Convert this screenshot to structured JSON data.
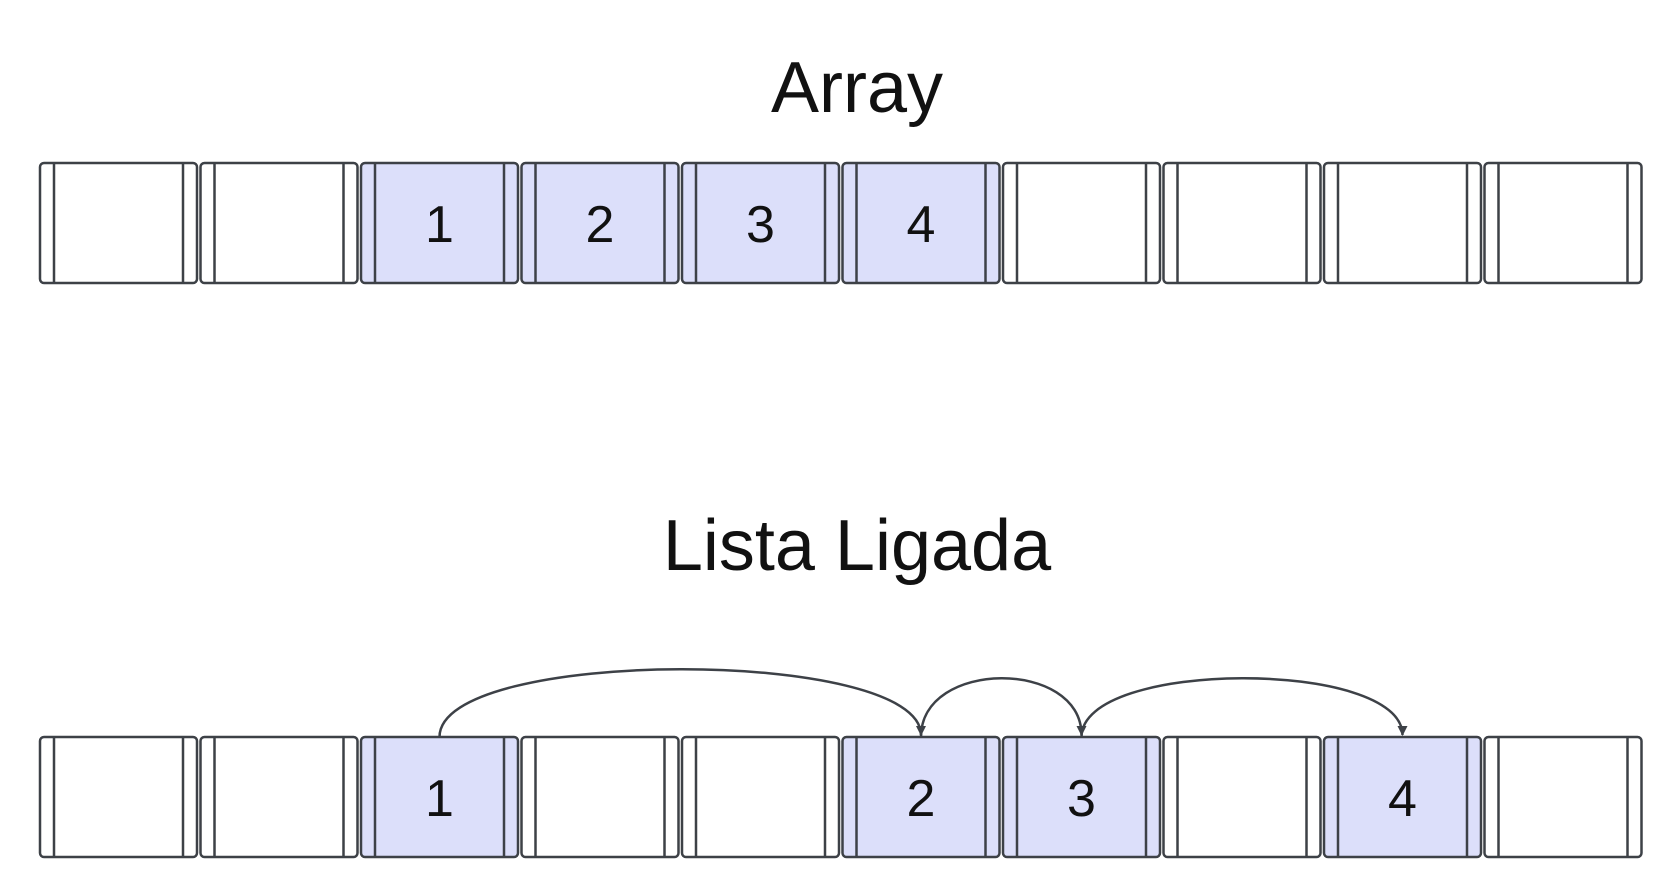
{
  "array": {
    "title": "Array",
    "cells": [
      "",
      "",
      "1",
      "2",
      "3",
      "4",
      "",
      "",
      "",
      ""
    ]
  },
  "linked_list": {
    "title": "Lista Ligada",
    "cells": [
      "",
      "",
      "1",
      "",
      "",
      "2",
      "3",
      "",
      "4",
      ""
    ],
    "links": [
      [
        2,
        5
      ],
      [
        5,
        6
      ],
      [
        6,
        8
      ]
    ]
  },
  "colors": {
    "filled": "#dcdffa",
    "empty": "#ffffff",
    "stroke": "#3d4147",
    "text": "#111111"
  }
}
